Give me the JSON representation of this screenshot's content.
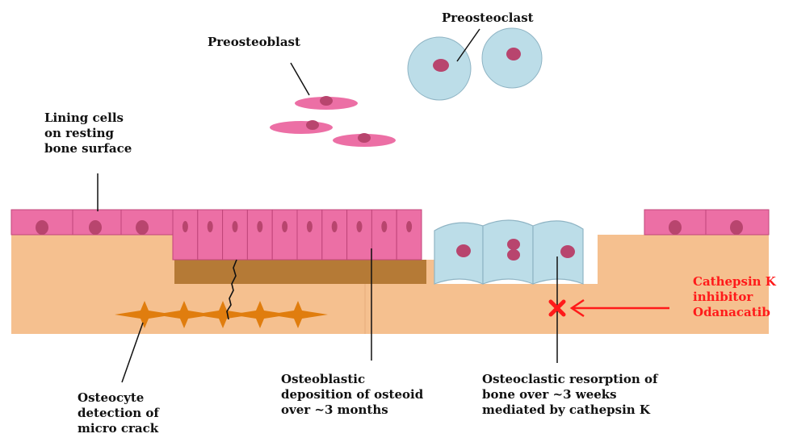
{
  "colors": {
    "bone": "#f5c08f",
    "osteoid": "#b57a36",
    "lining_cell": "#ec6fa5",
    "cell_border": "#c0457a",
    "nucleus": "#b8456e",
    "osteoclast": "#bcdde8",
    "osteoclast_border": "#8fb4c4",
    "osteocyte": "#e07d0e",
    "inhibitor_text": "#ff1a1a",
    "leader_line": "#111111"
  },
  "icons": {
    "inhibition_mark": "x-mark-icon",
    "inhibition_arrow": "arrow-left-icon"
  },
  "labels": {
    "preosteoblast": "Preosteoblast",
    "preosteoclast": "Preosteoclast",
    "lining_cells": [
      "Lining cells",
      "on resting",
      "bone surface"
    ],
    "osteocyte": [
      "Osteocyte",
      "detection of",
      "micro crack"
    ],
    "osteoblastic": [
      "Osteoblastic",
      "deposition of osteoid",
      "over ~3 months"
    ],
    "osteoclastic": [
      "Osteoclastic resorption of",
      "bone over ~3 weeks",
      "mediated by cathepsin K"
    ],
    "inhibitor": [
      "Cathepsin K",
      "inhibitor",
      "Odanacatib"
    ]
  }
}
